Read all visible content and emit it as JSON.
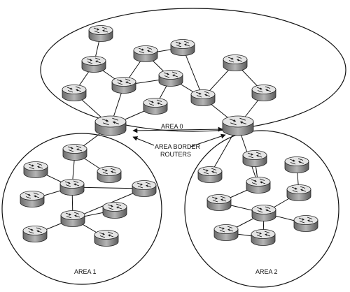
{
  "labels": {
    "area0": "AREA 0",
    "area1": "AREA 1",
    "area2": "AREA 2",
    "abr_line1": "AREA BORDER",
    "abr_line2": "ROUTERS"
  },
  "icons": {
    "router": "router-icon",
    "arrow": "arrow-icon"
  },
  "colors": {
    "router_top": "#e4e4e4",
    "router_side": "#8a8a8a",
    "line": "#111111"
  }
}
